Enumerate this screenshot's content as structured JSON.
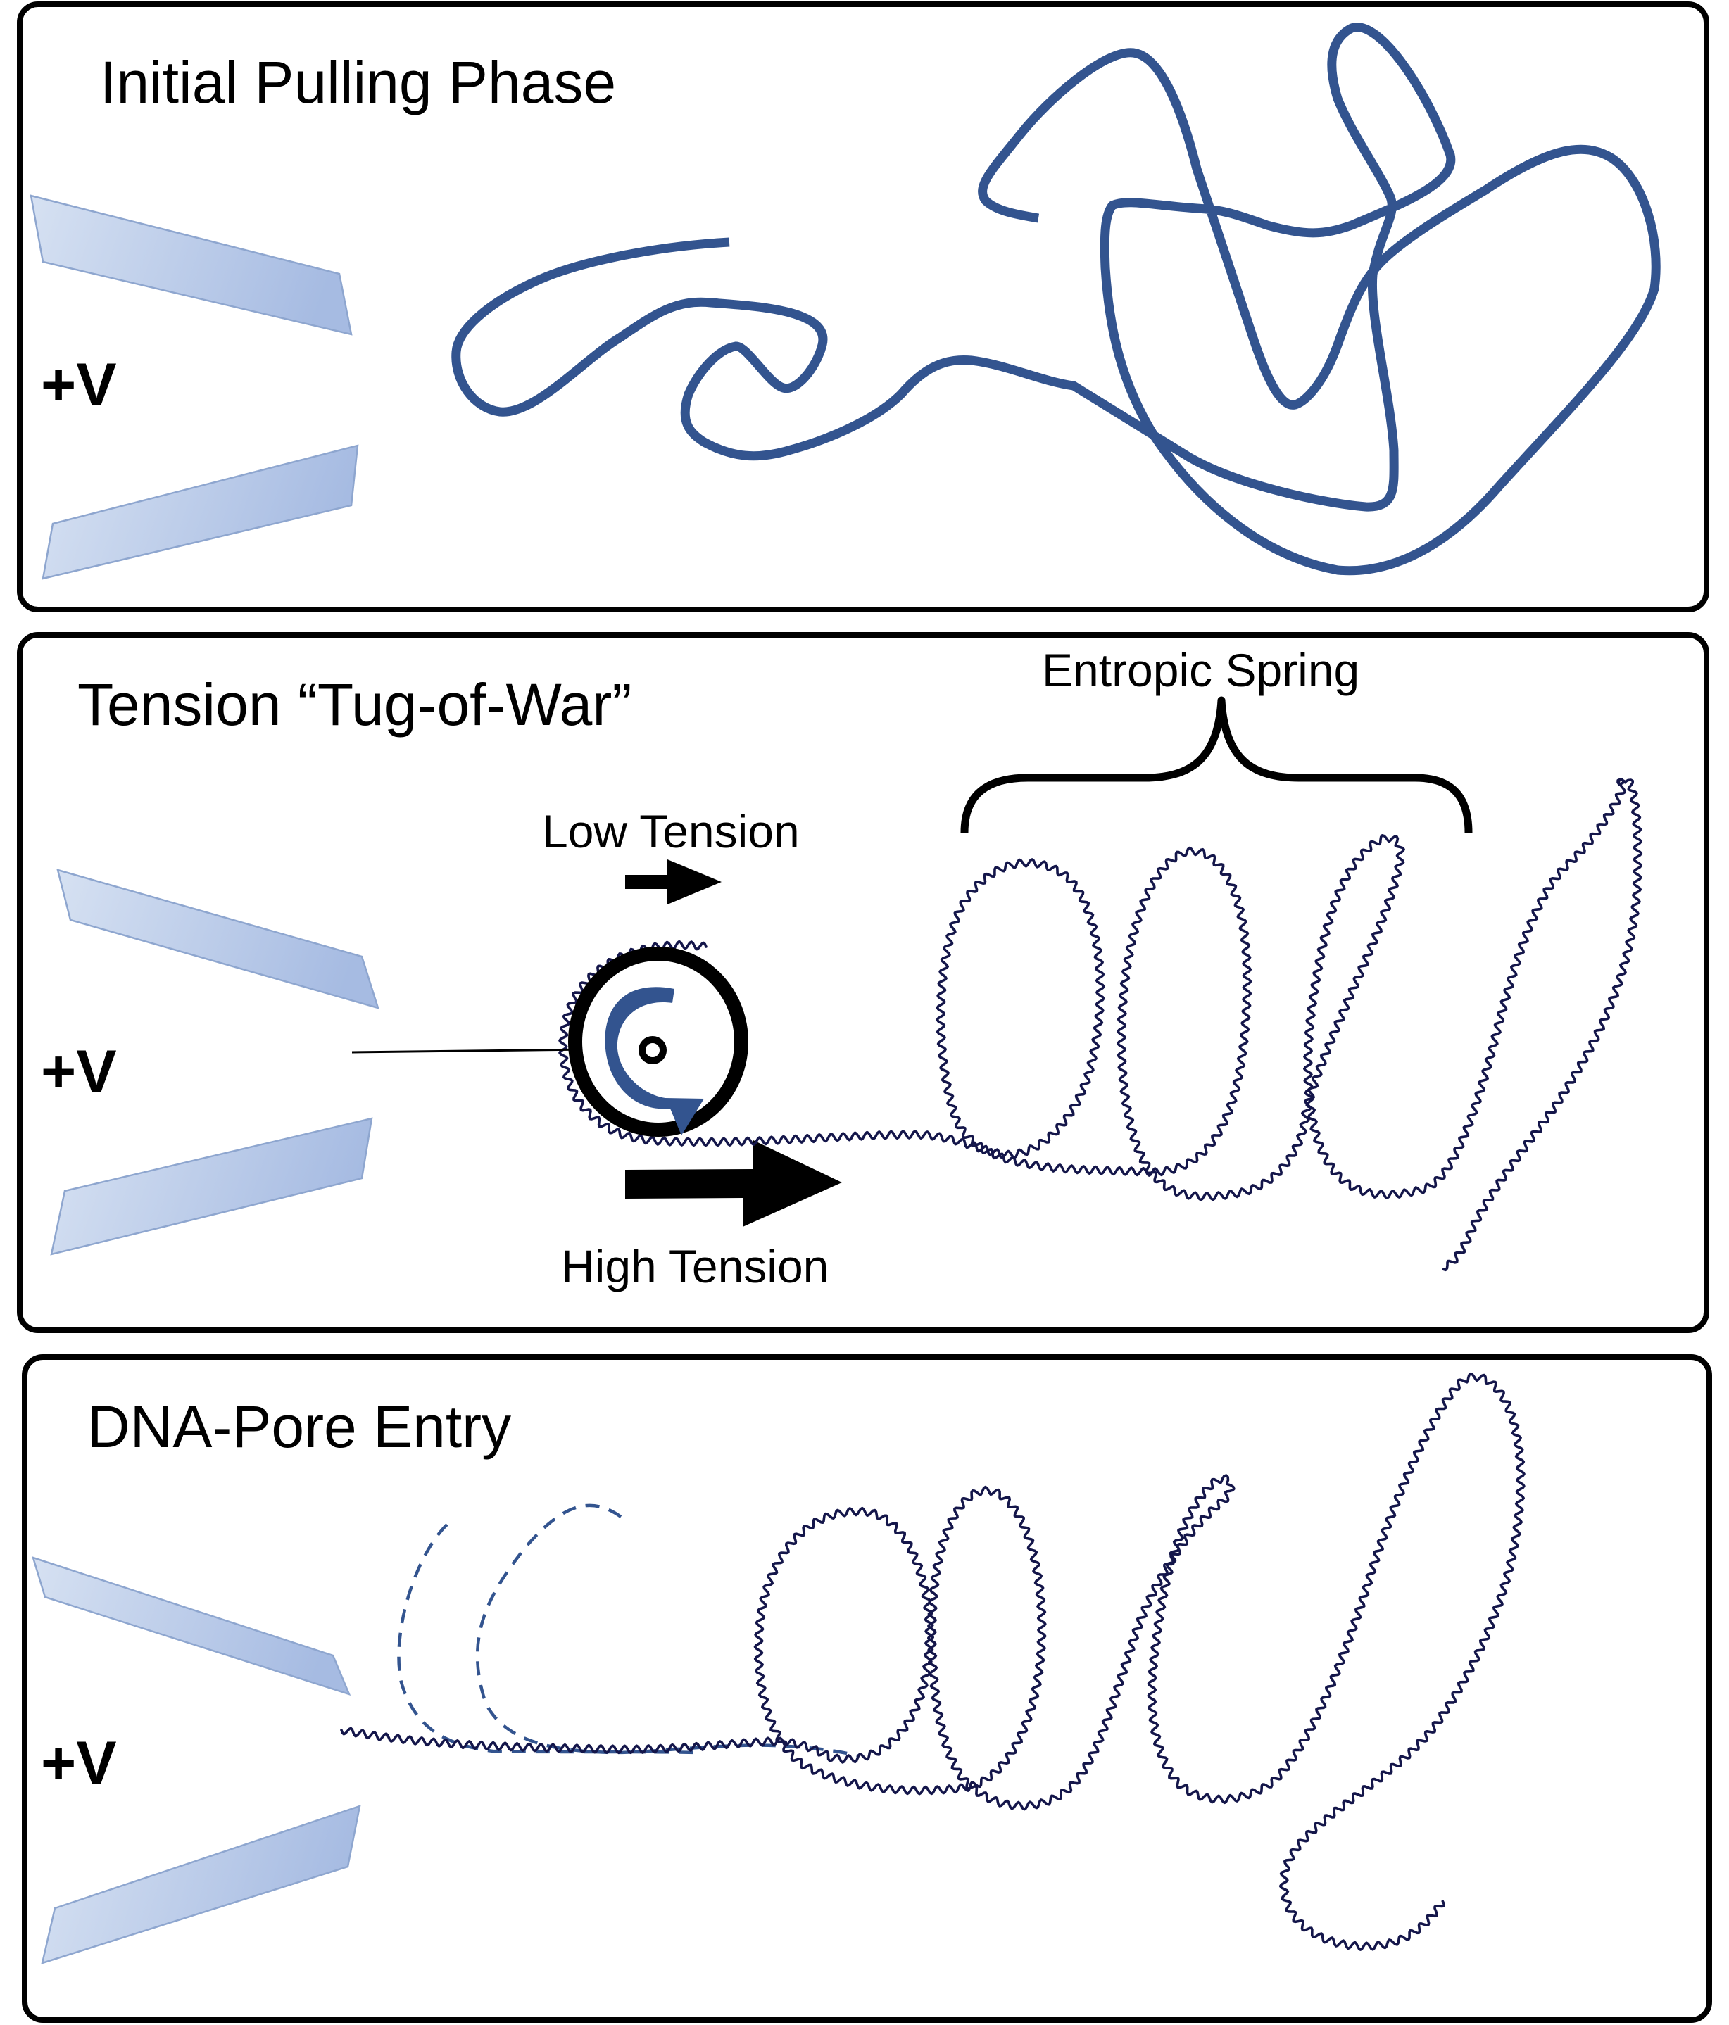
{
  "figure": {
    "description": "Three-stage schematic of DNA capture and translocation into a nanopore under applied voltage",
    "colors": {
      "frame": "#000000",
      "dna_smooth": "#33548f",
      "dna_wavy": "#14164a",
      "electrode_light": "#d3dff0",
      "electrode_dark": "#a6bbe2",
      "electrode_edge": "#8ea6cf",
      "rotation_arrow": "#33548f",
      "background": "#ffffff"
    }
  },
  "panels": [
    {
      "id": "initial-pulling",
      "title": "Initial Pulling Phase",
      "voltage_label": "+V",
      "dna_style": "smooth random coil"
    },
    {
      "id": "tug-of-war",
      "title": "Tension “Tug-of-War”",
      "voltage_label": "+V",
      "dna_style": "wavy coil wrapped around rotating pore",
      "annotations": {
        "spring_label": "Entropic Spring",
        "low_tension_label": "Low Tension",
        "high_tension_label": "High Tension"
      }
    },
    {
      "id": "dna-pore-entry",
      "title": "DNA-Pore Entry",
      "voltage_label": "+V",
      "dna_style": "wavy coil with dashed previous positions"
    }
  ]
}
